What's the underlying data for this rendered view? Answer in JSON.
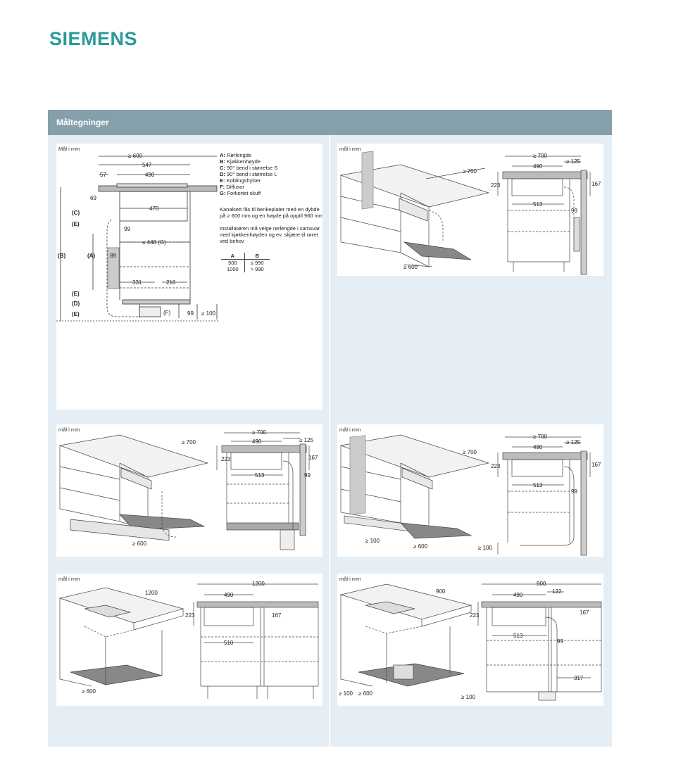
{
  "brand": {
    "name": "SIEMENS",
    "color": "#2b9a9a"
  },
  "section": {
    "title": "Måltegninger",
    "header_color": "#86a0ab",
    "background": "#e6eef5"
  },
  "panels": {
    "p1": {
      "label": "Mål i mm",
      "dims": {
        "w600": "≥ 600",
        "w547": "547",
        "w57": "57",
        "w490": "490",
        "w69": "69",
        "w470": "470",
        "d99": "99",
        "d448": "≤ 448 (G)",
        "d89": "89",
        "d331": "331",
        "d216": "216",
        "d99b": "99",
        "d100": "≥ 100",
        "dF": "(F)"
      },
      "side_labels": {
        "C": "(C)",
        "E1": "(E)",
        "B": "(B)",
        "A": "(A)",
        "E2": "(E)",
        "D": "(D)",
        "E3": "(E)"
      },
      "legend": [
        {
          "key": "A:",
          "text": "Rørlengde"
        },
        {
          "key": "B:",
          "text": "Kjøkkenhøyde"
        },
        {
          "key": "C:",
          "text": "90° bend i størrelse S"
        },
        {
          "key": "D:",
          "text": "90° bend i størrelse L"
        },
        {
          "key": "E:",
          "text": "Koblingshylser"
        },
        {
          "key": "F:",
          "text": "Diffusor"
        },
        {
          "key": "G:",
          "text": "Forkortet skuff"
        }
      ],
      "note1": "Kanalsett fås til benkeplater med en dybde på ≥ 600 mm og en høyde på opptil 960 mm",
      "note2": "Installatøren må velge rørlengde i samsvar med kjøkkenhøyden og ev. skjære til røret ved behov",
      "table": {
        "headers": [
          "A",
          "B"
        ],
        "rows": [
          [
            "500",
            "≤ 990"
          ],
          [
            "1000",
            "> 990"
          ]
        ]
      }
    },
    "p2": {
      "label": "mål i mm",
      "dims": {
        "w700a": "≥ 700",
        "w600": "≥ 600",
        "w700b": "≥ 700",
        "w125": "≥ 125",
        "w490": "490",
        "h223": "223",
        "h167": "167",
        "w513": "513",
        "w99": "99"
      }
    },
    "p3": {
      "label": "mål i mm",
      "dims": {
        "w700a": "≥ 700",
        "w600": "≥ 600",
        "w700b": "≥ 700",
        "w125": "≥ 125",
        "w490": "490",
        "h223": "223",
        "h167": "167",
        "w513": "513",
        "w99": "99"
      }
    },
    "p4": {
      "label": "mål i mm",
      "dims": {
        "w700a": "≥ 700",
        "w600": "≥ 600",
        "h100a": "≥ 100",
        "w700b": "≥ 700",
        "w125": "≥ 125",
        "w490": "490",
        "h223": "223",
        "h167": "167",
        "w513": "513",
        "w99": "99",
        "h100b": "≥ 100"
      }
    },
    "p5": {
      "label": "mål i mm",
      "dims": {
        "w1200a": "1200",
        "w600": "≥ 600",
        "w1200b": "1200",
        "w490": "490",
        "h223": "223",
        "h167": "167",
        "w510": "510"
      }
    },
    "p6": {
      "label": "mål i mm",
      "dims": {
        "w900a": "900",
        "w600": "≥ 600",
        "h100a": "≥ 100",
        "w900b": "900",
        "w490": "490",
        "w122": "122",
        "h223": "223",
        "h167": "167",
        "w513": "513",
        "w99": "99",
        "w317": "317",
        "h100b": "≥ 100"
      }
    }
  }
}
